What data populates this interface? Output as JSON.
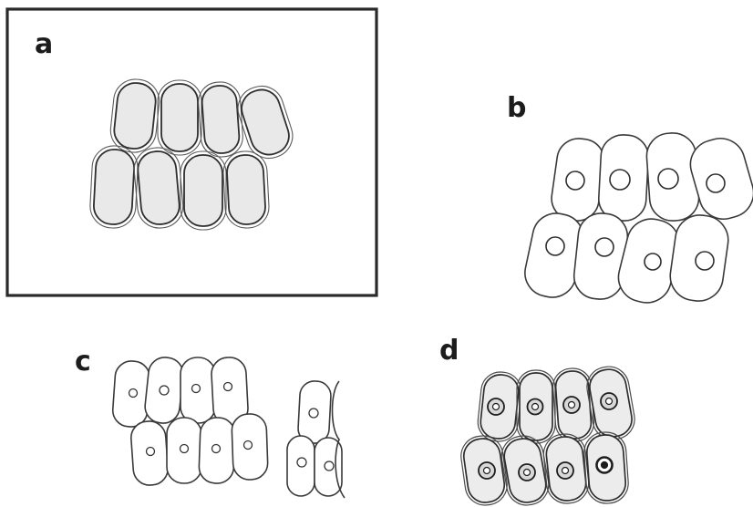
{
  "figure": {
    "panels": [
      {
        "id": "a",
        "label": "a",
        "framed": true,
        "cells": 8,
        "nuclei_visible": false,
        "texture": "stippled"
      },
      {
        "id": "b",
        "label": "b",
        "framed": false,
        "cells": 8,
        "nuclei_visible": true,
        "texture": "clear"
      },
      {
        "id": "c",
        "label": "c",
        "framed": false,
        "cells": 12,
        "nuclei_visible": true,
        "texture": "clear"
      },
      {
        "id": "d",
        "label": "d",
        "framed": false,
        "cells": 8,
        "nuclei_visible": true,
        "texture": "stippled"
      }
    ],
    "colors": {
      "ink": "#2e2e2e",
      "paper": "#ffffff",
      "stipple": "#ececec"
    }
  }
}
